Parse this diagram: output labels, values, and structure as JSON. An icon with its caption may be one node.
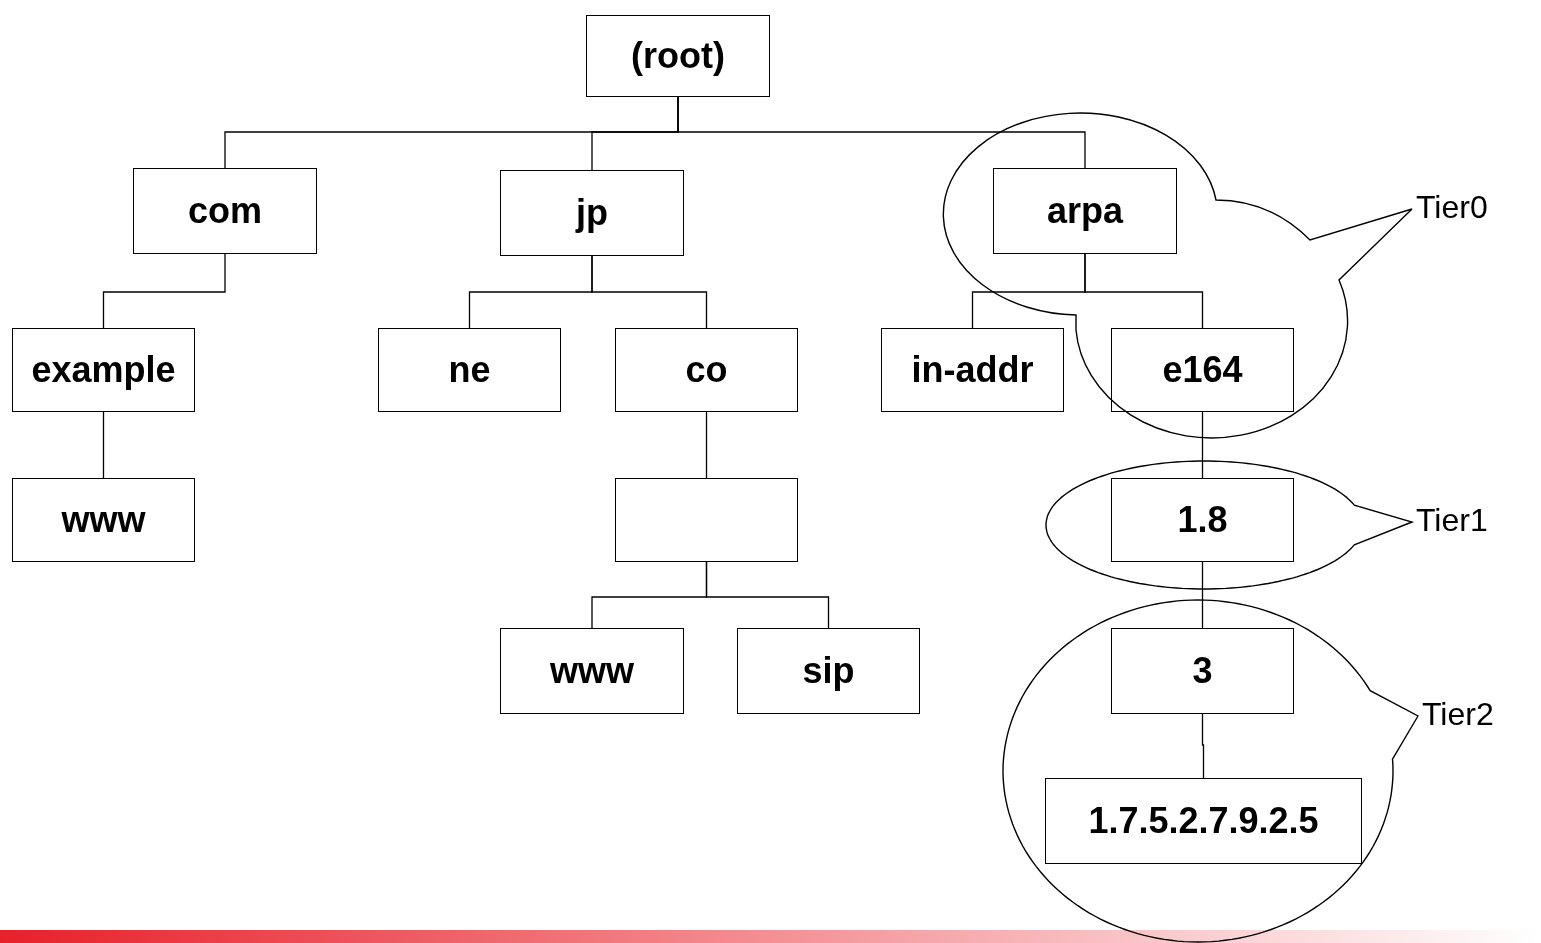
{
  "diagram": {
    "nodes": [
      {
        "text": [
          "(root)"
        ]
      },
      {
        "text": [
          "com"
        ]
      },
      {
        "text": [
          "jp"
        ]
      },
      {
        "text": [
          "arpa"
        ]
      },
      {
        "text": [
          "example"
        ]
      },
      {
        "text": [
          "ne"
        ]
      },
      {
        "text": [
          "co"
        ]
      },
      {
        "text": [
          "in-addr"
        ]
      },
      {
        "text": [
          "e164"
        ]
      },
      {
        "text": [
          "www"
        ]
      },
      {
        "text": [],
        "shape": "box"
      },
      {
        "text": [
          "1.8"
        ]
      },
      {
        "text": [
          "www"
        ]
      },
      {
        "text": [
          "sip"
        ]
      },
      {
        "text": [
          "3"
        ]
      },
      {
        "text": [
          "1.7.5.2.7.9.2.5"
        ]
      }
    ],
    "labels": [
      "Tier0",
      "Tier1",
      "Tier2"
    ],
    "edges": [
      {
        "from": 0,
        "to": 1,
        "arrow": "none"
      },
      {
        "from": 0,
        "to": 2,
        "arrow": "none"
      },
      {
        "from": 0,
        "to": 3,
        "arrow": "none"
      },
      {
        "from": 1,
        "to": 4,
        "arrow": "none"
      },
      {
        "from": 2,
        "to": 5,
        "arrow": "none"
      },
      {
        "from": 2,
        "to": 6,
        "arrow": "none"
      },
      {
        "from": 3,
        "to": 7,
        "arrow": "none"
      },
      {
        "from": 3,
        "to": 8,
        "arrow": "none"
      },
      {
        "from": 4,
        "to": 9,
        "arrow": "none"
      },
      {
        "from": 6,
        "to": 10,
        "arrow": "none"
      },
      {
        "from": 8,
        "to": 11,
        "arrow": "none"
      },
      {
        "from": 10,
        "to": 12,
        "arrow": "none"
      },
      {
        "from": 10,
        "to": 13,
        "arrow": "none"
      },
      {
        "from": 11,
        "to": 14,
        "arrow": "none"
      },
      {
        "from": 14,
        "to": 15,
        "arrow": "none"
      }
    ]
  }
}
